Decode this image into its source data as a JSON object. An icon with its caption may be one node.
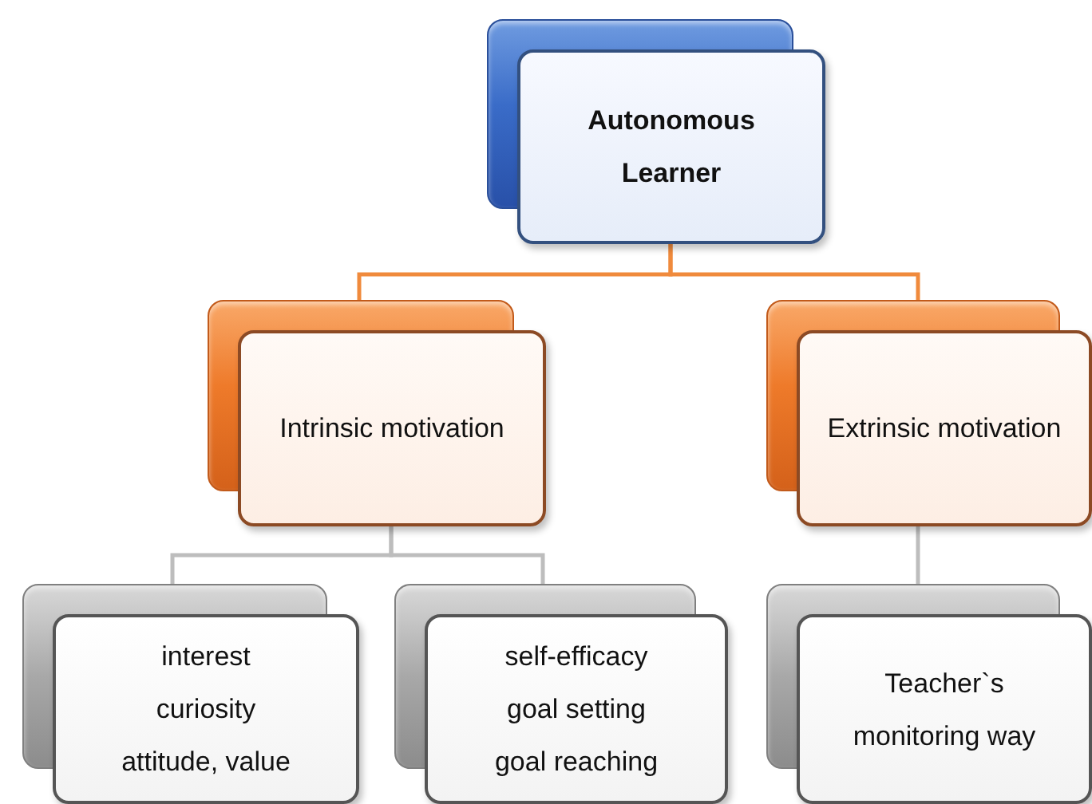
{
  "diagram": {
    "nodes": [
      {
        "text": [
          "Autonomous Learner"
        ]
      },
      {
        "text": [
          "Intrinsic motivation"
        ]
      },
      {
        "text": [
          "Extrinsic motivation"
        ]
      },
      {
        "text": [
          "interest",
          "curiosity",
          "attitude, value"
        ]
      },
      {
        "text": [
          "self-efficacy",
          "goal setting",
          "goal reaching"
        ]
      },
      {
        "text": [
          "Teacher`s monitoring way"
        ]
      }
    ],
    "edges": [
      {
        "from": 0,
        "to": 1,
        "arrow": "none",
        "color": "#f08a3c"
      },
      {
        "from": 0,
        "to": 2,
        "arrow": "none",
        "color": "#f08a3c"
      },
      {
        "from": 1,
        "to": 3,
        "arrow": "none",
        "color": "#bdbdbd"
      },
      {
        "from": 1,
        "to": 4,
        "arrow": "none",
        "color": "#bdbdbd"
      },
      {
        "from": 2,
        "to": 5,
        "arrow": "none",
        "color": "#bdbdbd"
      }
    ]
  }
}
